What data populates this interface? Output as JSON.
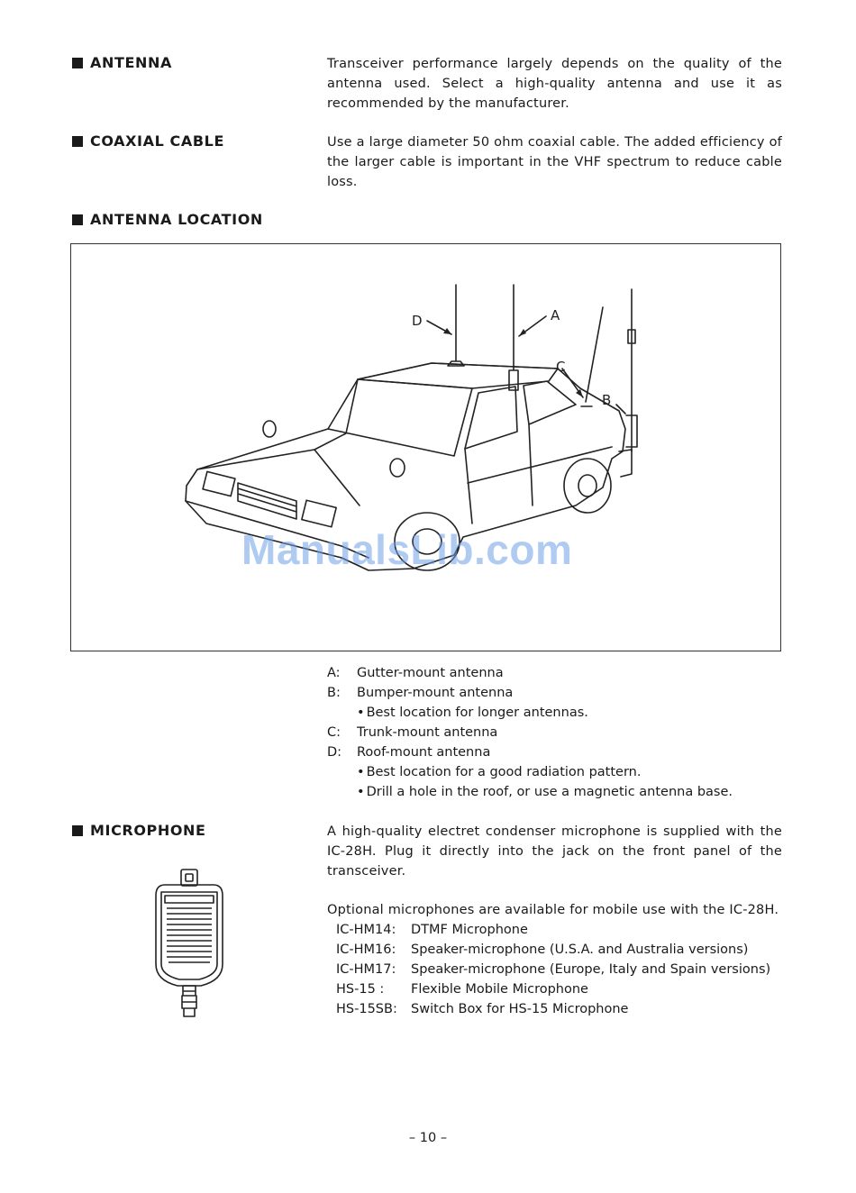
{
  "sections": {
    "antenna": {
      "title": "ANTENNA",
      "text": "Transceiver performance largely depends on the quality of the antenna used. Select a high-quality antenna and use it as recommended by the manufacturer."
    },
    "coaxial": {
      "title": "COAXIAL CABLE",
      "text": "Use a large diameter 50 ohm coaxial cable. The added efficiency of the larger cable is important in the VHF spectrum to reduce cable loss."
    },
    "location": {
      "title": "ANTENNA LOCATION",
      "figure_labels": {
        "a": "A",
        "b": "B",
        "c": "C",
        "d": "D"
      },
      "watermark": "ManualsLib.com",
      "legend": [
        {
          "key": "A:",
          "text": "Gutter-mount antenna"
        },
        {
          "key": "B:",
          "text": "Bumper-mount antenna"
        },
        {
          "bullet": "Best location for longer antennas."
        },
        {
          "key": "C:",
          "text": "Trunk-mount antenna"
        },
        {
          "key": "D:",
          "text": "Roof-mount antenna"
        },
        {
          "bullet": "Best location for a good radiation pattern."
        },
        {
          "bullet": "Drill a hole in the roof, or use a magnetic antenna base."
        }
      ]
    },
    "microphone": {
      "title": "MICROPHONE",
      "text1": "A high-quality electret condenser microphone is supplied with the IC-28H. Plug it directly into the jack on the front panel of the transceiver.",
      "text2": "Optional microphones are available for mobile use with the IC-28H.",
      "options": [
        {
          "model": "IC-HM14:",
          "desc": "DTMF Microphone"
        },
        {
          "model": "IC-HM16:",
          "desc": "Speaker-microphone (U.S.A. and Australia versions)"
        },
        {
          "model": "IC-HM17:",
          "desc": "Speaker-microphone (Europe, Italy and Spain versions)"
        },
        {
          "model": "HS-15 :",
          "desc": "Flexible Mobile Microphone"
        },
        {
          "model": "HS-15SB:",
          "desc": "Switch Box for HS-15 Microphone"
        }
      ]
    }
  },
  "page_number": "– 10 –"
}
